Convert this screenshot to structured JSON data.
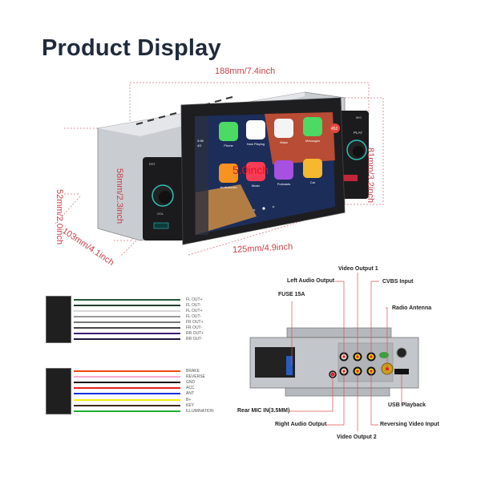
{
  "title": "Product Display",
  "dimensions": {
    "width_total": "188mm/7.4inch",
    "height_right": "81mm/3.2inch",
    "height_left": "52mm/2.0inch",
    "panel_height": "58mm/2.3inch",
    "depth": "103mm/4.1inch",
    "screen_width": "125mm/4.9inch",
    "screen_size": "5.0inch"
  },
  "head_unit": {
    "status_time": "3:58",
    "status_network": "4G",
    "badge_count": "452",
    "left_panel": {
      "rst": "RST",
      "vol": "VOL"
    },
    "right_panel": {
      "mic": "MIC",
      "play": "PLAY"
    },
    "apps": [
      {
        "label": "Phone",
        "color": "#4cd964"
      },
      {
        "label": "Now Playing",
        "color": "#ffffff"
      },
      {
        "label": "Maps",
        "color": "#f4f4f4"
      },
      {
        "label": "Messages",
        "color": "#4cd964"
      },
      {
        "label": "Audiobooks",
        "color": "#f7931e"
      },
      {
        "label": "Music",
        "color": "#fa3c55"
      },
      {
        "label": "Podcasts",
        "color": "#a651e0"
      },
      {
        "label": "Car",
        "color": "#f5b82e"
      }
    ]
  },
  "harness_speaker": [
    {
      "label": "FL OUT+",
      "color": "#1f5a3a"
    },
    {
      "label": "FL OUT-",
      "color": "#1e3d2c"
    },
    {
      "label": "FL OUT+",
      "color": "#d8d8d8"
    },
    {
      "label": "FL OUT-",
      "color": "#9a9a9a"
    },
    {
      "label": "FR OUT+",
      "color": "#777777"
    },
    {
      "label": "FR OUT-",
      "color": "#444444"
    },
    {
      "label": "RR OUT+",
      "color": "#3a1f7a"
    },
    {
      "label": "RR OUT-",
      "color": "#1a1a3a"
    }
  ],
  "harness_power": [
    {
      "label": "BRAKE",
      "color": "#f04a10"
    },
    {
      "label": "REVERSE",
      "color": "#f7a8d0"
    },
    {
      "label": "GND",
      "color": "#111111"
    },
    {
      "label": "ACC",
      "color": "#e82020"
    },
    {
      "label": "ANT",
      "color": "#1030e0"
    },
    {
      "label": "B+",
      "color": "#f5ec10"
    },
    {
      "label": "KEY",
      "color": "#3a2a20"
    },
    {
      "label": "ILLUMINATION",
      "color": "#20b030"
    }
  ],
  "rear_panel": {
    "video_output_1": "Video Output 1",
    "left_audio_output": "Left Audio Output",
    "cvbs_input": "CVBS Input",
    "fuse": "FUSE 15A",
    "radio_antenna": "Radio Antenna",
    "usb_playback": "USB Playback",
    "rear_mic": "Rear MIC IN(3.5MM)",
    "right_audio_output": "Right Audio Output",
    "reversing_video_input": "Reversing Video Input",
    "video_output_2": "Video Output 2"
  }
}
